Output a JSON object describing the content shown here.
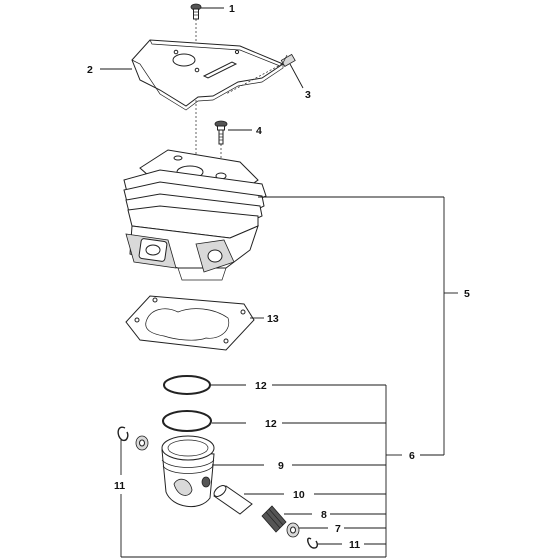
{
  "callouts": {
    "c1": "1",
    "c2": "2",
    "c3": "3",
    "c4": "4",
    "c5": "5",
    "c6": "6",
    "c7": "7",
    "c8": "8",
    "c9": "9",
    "c10": "10",
    "c11_left": "11",
    "c11_right": "11",
    "c12_top": "12",
    "c12_bottom": "12",
    "c13": "13"
  }
}
